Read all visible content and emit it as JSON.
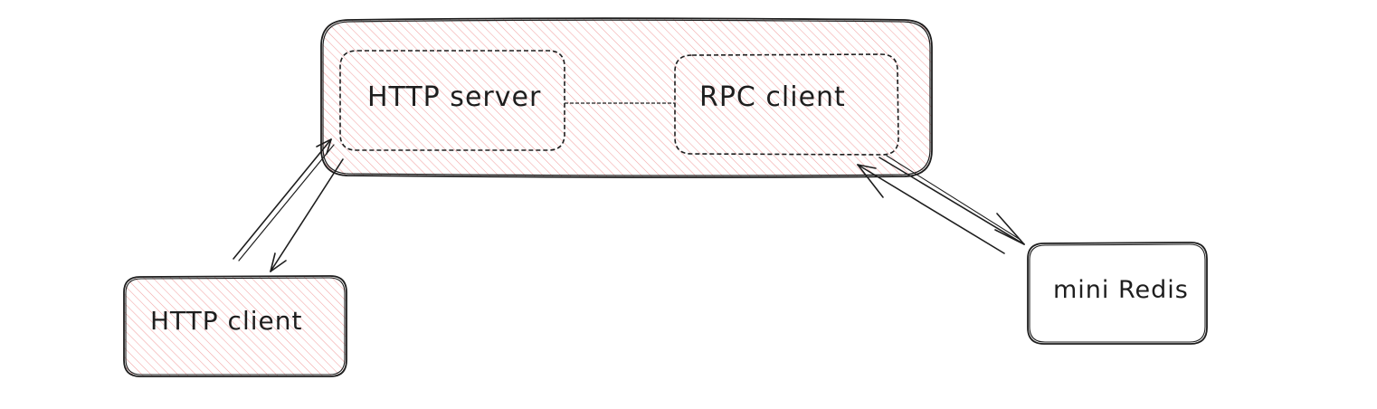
{
  "diagram": {
    "colors": {
      "stroke": "#1e1e1e",
      "hatch": "#f2a3a3",
      "background": "#ffffff"
    },
    "nodes": {
      "http_server": {
        "label": "HTTP server"
      },
      "rpc_client": {
        "label": "RPC client"
      },
      "http_client": {
        "label": "HTTP client"
      },
      "mini_redis": {
        "label": "mini Redis"
      }
    },
    "groups": [
      {
        "id": "web_service",
        "members": [
          "http_server",
          "rpc_client"
        ]
      }
    ],
    "edges": [
      {
        "from": "http_server",
        "to": "rpc_client",
        "style": "dashed",
        "arrow": "none"
      },
      {
        "from": "http_client",
        "to": "http_server",
        "style": "solid",
        "arrow": "end"
      },
      {
        "from": "http_server",
        "to": "http_client",
        "style": "solid",
        "arrow": "end"
      },
      {
        "from": "rpc_client",
        "to": "mini_redis",
        "style": "solid",
        "arrow": "end"
      },
      {
        "from": "mini_redis",
        "to": "rpc_client",
        "style": "solid",
        "arrow": "end"
      }
    ]
  }
}
